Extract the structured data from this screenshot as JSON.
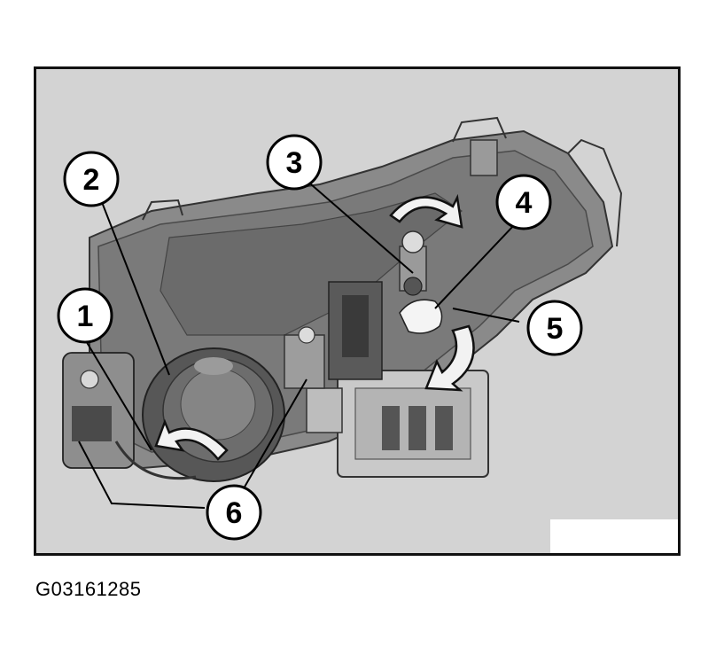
{
  "figure": {
    "caption": "G03161285",
    "callouts": [
      {
        "id": "callout-1",
        "label": "1"
      },
      {
        "id": "callout-2",
        "label": "2"
      },
      {
        "id": "callout-3",
        "label": "3"
      },
      {
        "id": "callout-4",
        "label": "4"
      },
      {
        "id": "callout-5",
        "label": "5"
      },
      {
        "id": "callout-6",
        "label": "6"
      }
    ],
    "colors": {
      "background": "#d3d3d3",
      "housing": "#7a7a7a",
      "housing_dark": "#4a4a4a",
      "housing_light": "#a8a8a8",
      "component_light": "#c9c9c9",
      "arrow_fill": "#f2f2f2",
      "outline": "#111111"
    },
    "icons": [
      "rotation-arrow-icon"
    ]
  }
}
